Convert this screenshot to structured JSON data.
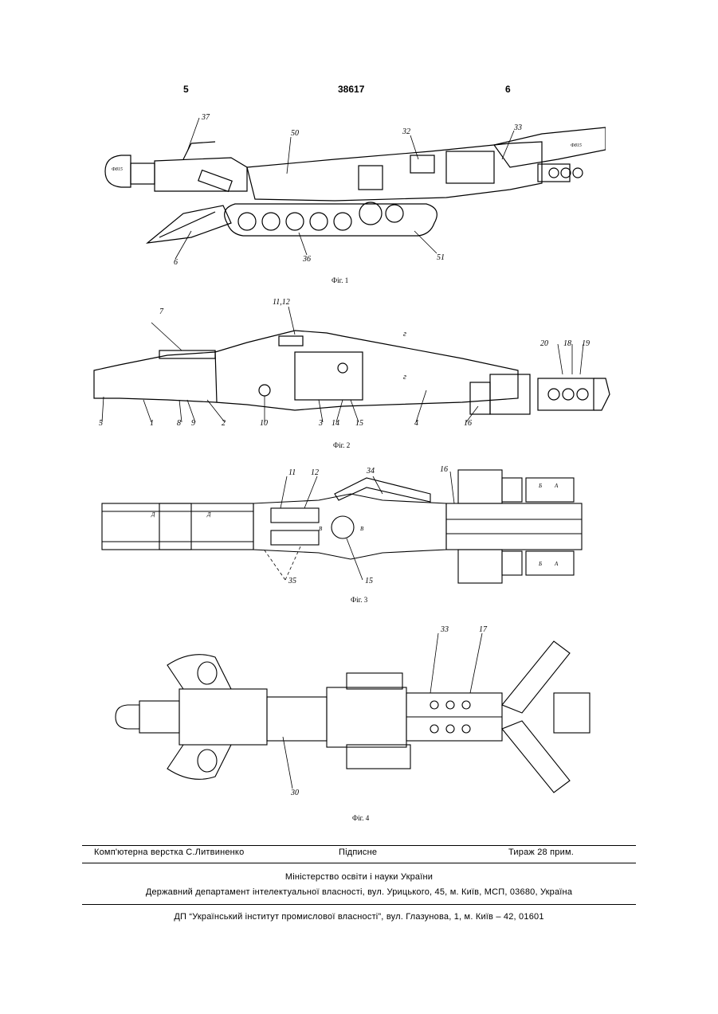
{
  "header": {
    "left_page": "5",
    "patent_number": "38617",
    "right_page": "6"
  },
  "figures": [
    {
      "caption": "Фіг. 1",
      "labels": [
        "37",
        "50",
        "32",
        "33",
        "6",
        "36",
        "51",
        "Ф815",
        "Ф815"
      ]
    },
    {
      "caption": "Фіг. 2",
      "labels": [
        "7",
        "11,12",
        "20",
        "18",
        "19",
        "5",
        "1",
        "8",
        "9",
        "2",
        "10",
        "3",
        "14",
        "15",
        "4",
        "16",
        "г",
        "г"
      ]
    },
    {
      "caption": "Фіг. 3",
      "labels": [
        "11",
        "12",
        "34",
        "16",
        "35",
        "15",
        "Д",
        "Д",
        "В",
        "В",
        "Б",
        "А",
        "Б",
        "А"
      ]
    },
    {
      "caption": "Фіг. 4",
      "labels": [
        "33",
        "17",
        "30"
      ]
    }
  ],
  "footer": {
    "typesetting": "Комп'ютерна верстка С.Литвиненко",
    "signed": "Підписне",
    "circulation": "Тираж 28 прим.",
    "ministry": "Міністерство освіти і науки України",
    "department": "Державний департамент інтелектуальної власності, вул. Урицького, 45, м. Київ, МСП, 03680, Україна",
    "institute": "ДП “Український інститут промислової власності”, вул. Глазунова, 1, м. Київ – 42, 01601"
  }
}
